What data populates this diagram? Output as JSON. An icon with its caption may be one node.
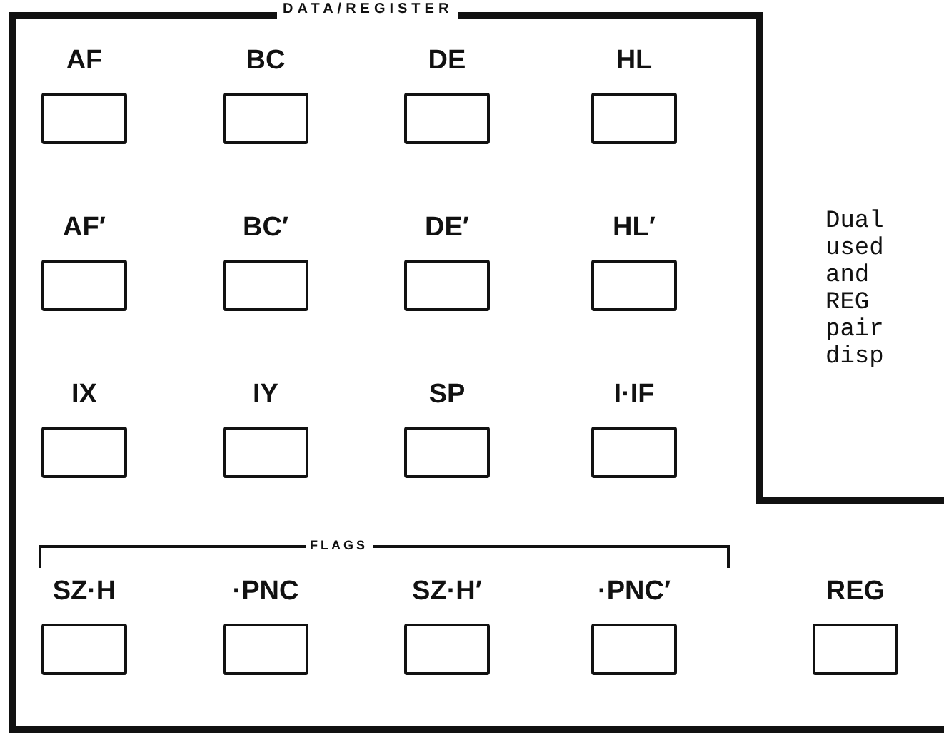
{
  "diagram": {
    "nodes": [
      {
        "text": [
          "DATA/REGISTER"
        ]
      },
      {
        "text": [
          "AF"
        ],
        "in": 0
      },
      {
        "text": [
          "BC"
        ],
        "in": 0
      },
      {
        "text": [
          "DE"
        ],
        "in": 0
      },
      {
        "text": [
          "HL"
        ],
        "in": 0
      },
      {
        "text": [
          "AF′"
        ],
        "in": 0
      },
      {
        "text": [
          "BC′"
        ],
        "in": 0
      },
      {
        "text": [
          "DE′"
        ],
        "in": 0
      },
      {
        "text": [
          "HL′"
        ],
        "in": 0
      },
      {
        "text": [
          "IX"
        ],
        "in": 0
      },
      {
        "text": [
          "IY"
        ],
        "in": 0
      },
      {
        "text": [
          "SP"
        ],
        "in": 0
      },
      {
        "text": [
          "I·IF"
        ],
        "in": 0
      },
      {
        "text": [
          "SZ·H"
        ],
        "in": 0
      },
      {
        "text": [
          "·PNC"
        ],
        "in": 0
      },
      {
        "text": [
          "SZ·H′"
        ],
        "in": 0
      },
      {
        "text": [
          "·PNC′"
        ],
        "in": 0
      },
      {
        "text": [
          "REG"
        ],
        "in": 0
      }
    ],
    "labels": [
      "Dual used and REG pair disp",
      "FLAGS"
    ]
  }
}
